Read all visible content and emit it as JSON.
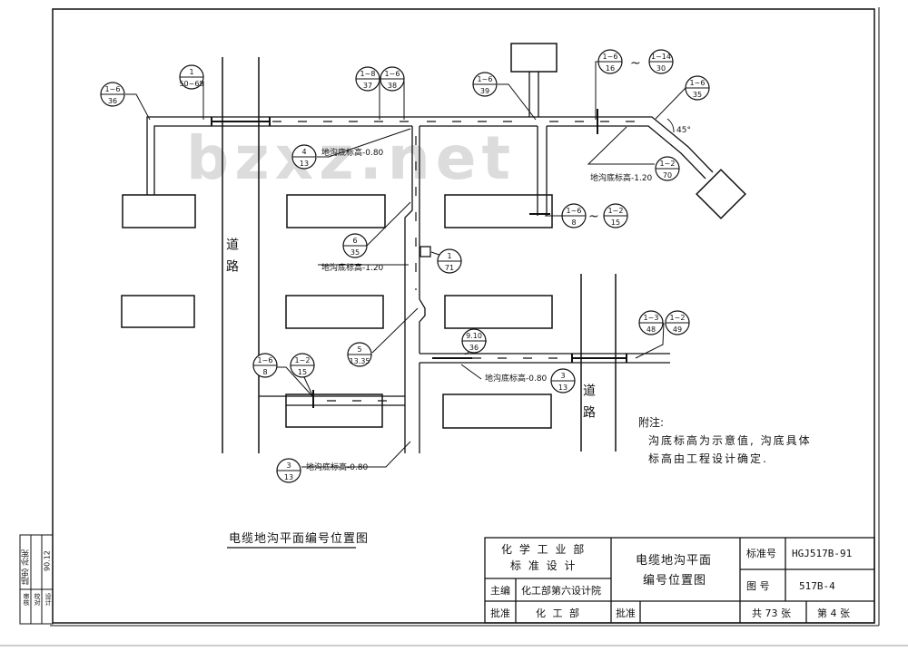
{
  "watermark": "bzxz.net",
  "roads": {
    "left_label": "道路",
    "right_label": "道路"
  },
  "callouts": [
    {
      "id": "c1",
      "top": "1~6",
      "bottom": "36"
    },
    {
      "id": "c2",
      "top": "1",
      "bottom": "50~65"
    },
    {
      "id": "c3",
      "top": "1~8",
      "bottom": "37"
    },
    {
      "id": "c4",
      "top": "1~6",
      "bottom": "38"
    },
    {
      "id": "c5",
      "top": "1~6",
      "bottom": "39"
    },
    {
      "id": "c6",
      "top": "1~6",
      "bottom": "16"
    },
    {
      "id": "c7",
      "top": "1~14",
      "bottom": "30"
    },
    {
      "id": "c8",
      "top": "1~6",
      "bottom": "35"
    },
    {
      "id": "c9",
      "top": "4",
      "bottom": "13"
    },
    {
      "id": "c10",
      "top": "1~2",
      "bottom": "70"
    },
    {
      "id": "c11",
      "top": "1~6",
      "bottom": "8"
    },
    {
      "id": "c12",
      "top": "1~2",
      "bottom": "15"
    },
    {
      "id": "c13",
      "top": "6",
      "bottom": "35"
    },
    {
      "id": "c14",
      "top": "1",
      "bottom": "71"
    },
    {
      "id": "c15",
      "top": "1~3",
      "bottom": "48"
    },
    {
      "id": "c16",
      "top": "1~2",
      "bottom": "49"
    },
    {
      "id": "c17",
      "top": "9.10",
      "bottom": "36"
    },
    {
      "id": "c18",
      "top": "5",
      "bottom": "13.35"
    },
    {
      "id": "c19",
      "top": "1~6",
      "bottom": "8"
    },
    {
      "id": "c20",
      "top": "1~2",
      "bottom": "15"
    },
    {
      "id": "c21",
      "top": "3",
      "bottom": "13"
    },
    {
      "id": "c22",
      "top": "3",
      "bottom": "13"
    }
  ],
  "tilde": "~",
  "elevations": {
    "e1": "地沟底标高-0.80",
    "e2": "地沟底标高-1.20",
    "e3": "地沟底标高-1.20",
    "e4": "地沟底标高-0.80",
    "e5": "地沟底标高-0.80"
  },
  "angle": "45°",
  "note": {
    "title": "附注:",
    "line1": "沟底标高为示意值, 沟底具体",
    "line2": "标高由工程设计确定."
  },
  "drawing_caption": "电缆地沟平面编号位置图",
  "title_block": {
    "org_line1": "化 学 工 业 部",
    "org_line2": "标 准 设 计",
    "drawing_title_1": "电缆地沟平面",
    "drawing_title_2": "编号位置图",
    "std_no_label": "标准号",
    "std_no_value": "HGJ517B-91",
    "fig_no_label": "图 号",
    "fig_no_value": "517B-4",
    "editor_label": "主编",
    "editor_value": "化工部第六设计院",
    "approver_label": "批准",
    "approver_value": "化 工 部",
    "compiler_label": "批准",
    "total_sheets": "共 73 张",
    "sheet_no": "第 4 张"
  },
  "side_block": {
    "r1": "审核",
    "r2": "校对",
    "r3": "设计",
    "signature": "陆忠 孙宪",
    "date": "90.12"
  }
}
